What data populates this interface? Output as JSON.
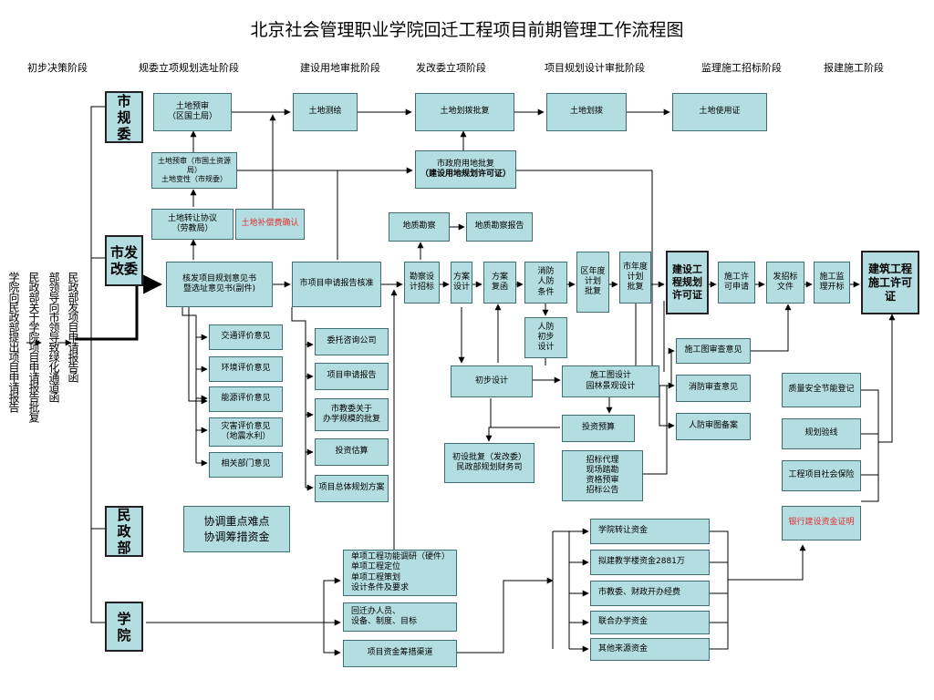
{
  "title": "北京社会管理职业学院回迁工程项目前期管理工作流程图",
  "stages": [
    "初步决策阶段",
    "规委立项规划选址阶段",
    "建设用地审批阶段",
    "发改委立项阶段",
    "项目规划设计审批阶段",
    "监理施工招标阶段",
    "报建施工阶段"
  ],
  "agencies": {
    "shiguiwei": "市\n规\n委",
    "shifagaiwei": "市发\n改委",
    "minzhengbu": "民\n政\n部",
    "xueyuan": "学\n院"
  },
  "left_columns": [
    "学院向民政部提出项目申请报告",
    "民政部关于学院项目申请报告批复",
    "部领导向市领导致绿化通道函",
    "民政部发项目申请报告函"
  ],
  "boxes": {
    "tudi_yushen_qu": "土地预审\n（区国土局）",
    "tudi_cehui": "土地测绘",
    "tudi_huabo_pifu": "土地划拨批复",
    "tudi_huabo": "土地划拨",
    "tudi_shiyongzheng": "土地使用证",
    "tudi_yushen_shi": "土地预审（市国土资源局）\n土地变性（市规委）",
    "shizhengfu_yongdi_1": "市政府用地批复",
    "shizhengfu_yongdi_2": "（建设用地规划许可证）",
    "tudi_zhuanrang": "土地转让协议\n（劳教局）",
    "tudi_buchang": "土地补偿费确认",
    "dizhi_kancha": "地质勘察",
    "dizhi_baogao": "地质勘察报告",
    "hefa_xuanzhi": "核发项目规划意见书\n暨选址意见书(副件)",
    "shi_xiangmu_hezhun": "市项目申请报告核准",
    "kancha_zhaobiao": "勘察设\n计招标",
    "fangan_sheji": "方案\n设计",
    "fangan_fuhan": "方案\n复函",
    "xiaofang_tiaojian": "消防\n人防\n条件",
    "renfang_chubu": "人防\n初步\n设计",
    "qu_niandu": "区年度\n计划\n批复",
    "shi_niandu": "市年度\n计划\n批复",
    "jianshe_guihua_xuke": "建设工\n程规划\n许可证",
    "shigong_xuke_shenqing": "施工许\n可申请",
    "fa_zhaobiao": "发招标\n文件",
    "shigong_jianli_kaibiao": "施工监\n理开标",
    "jianzhu_shigong_xuke": "建筑工程\n施工许可证",
    "jiaotong": "交通评价意见",
    "huanjing": "环境评价意见",
    "nengyuan": "能源评价意见",
    "zaihai": "灾害评价意见\n（地震水利）",
    "xiangguan": "相关部门意见",
    "weituo_zixun": "委托咨询公司",
    "xiangmu_shenqing_baogao": "项目申请报告",
    "shijiaowei_guimo": "市教委关于\n办学规模的批复",
    "touzi_gusuan": "投资估算",
    "zongti_guihua": "项目总体规划方案",
    "chubu_sheji": "初步设计",
    "shigongtu_sheji": "施工图设计\n园林景观设计",
    "shigongtu_shencha": "施工图审查意见",
    "xiaofang_shencha": "消防审查意见",
    "renfang_beian": "人防审图备案",
    "touzi_yusuan": "投资预算",
    "chushe_pifu": "初设批复（发改委）\n民政部规划财务司",
    "zhaobiao_daili": "招标代理\n现场踏勘\n资格预审\n招标公告",
    "zhiliang_anquan": "质量安全节能登记",
    "guihua_yanxian": "规划验线",
    "shehui_baoxian": "工程项目社会保险",
    "yinhang_zhengming": "银行建设资金证明",
    "danxiang_gongneng": "单项工程功能调研（硬件）\n单项工程定位\n单项工程策划\n设计条件及要求",
    "huiqian_renyuan": "回迁办人员、\n设备、制度、目标",
    "zijin_qudao": "项目资金筹措渠道",
    "zhuanrang_zijin": "学院转让资金",
    "nijian_zijin": "拟建教学楼资金2881万",
    "shijiaowei_jingfei": "市教委、财政开办经费",
    "lianhe_zijin": "联合办学资金",
    "qita_zijin": "其他来源资金"
  },
  "coord_notes": "协调重点难点\n协调筹措资金",
  "colors": {
    "box_fill": "#b3dde0",
    "box_border": "#3d6e73",
    "emphasis_text": "#e23030",
    "line": "#000000"
  }
}
